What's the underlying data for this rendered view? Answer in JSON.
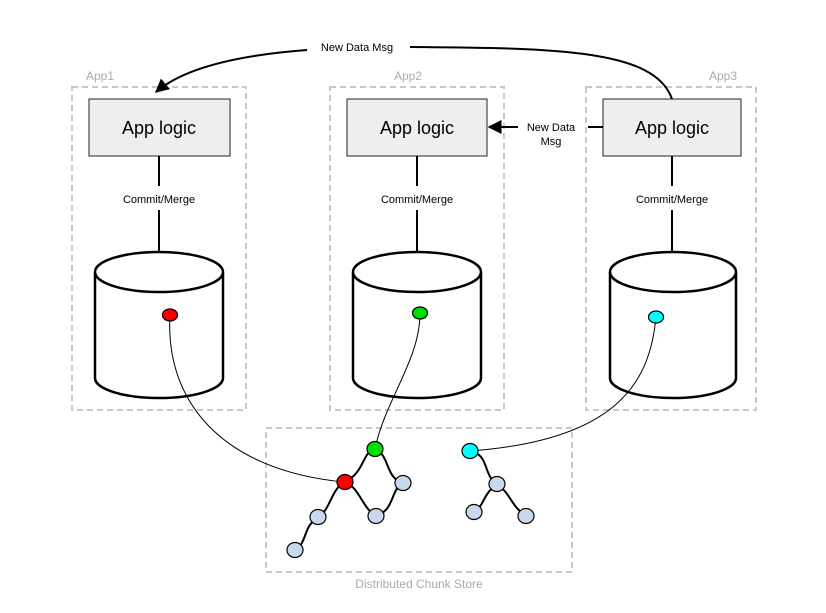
{
  "apps": [
    {
      "title": "App1",
      "logic": "App logic",
      "edge_label": "Commit/Merge"
    },
    {
      "title": "App2",
      "logic": "App logic",
      "edge_label": "Commit/Merge"
    },
    {
      "title": "App3",
      "logic": "App logic",
      "edge_label": "Commit/Merge"
    }
  ],
  "messages": {
    "top": "New Data Msg",
    "side_line1": "New Data",
    "side_line2": "Msg"
  },
  "store": {
    "title": "Distributed Chunk Store"
  },
  "colors": {
    "red": "#ff0000",
    "green": "#00e000",
    "cyan": "#00ffff",
    "chunk": "#c9d9ec",
    "frame": "#c8c8c8",
    "logic_fill": "#eeeeee"
  }
}
